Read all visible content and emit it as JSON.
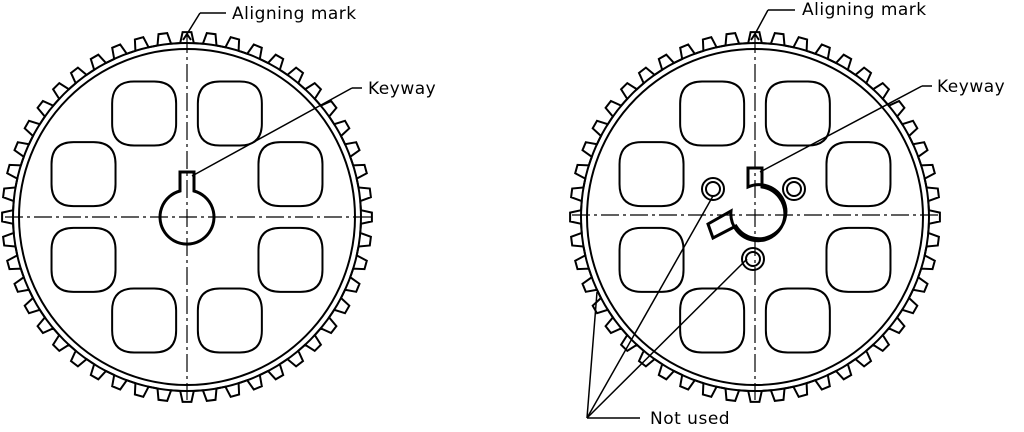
{
  "labels": {
    "left_aligning_mark": "Aligning mark",
    "left_keyway": "Keyway",
    "right_aligning_mark": "Aligning mark",
    "right_keyway": "Keyway",
    "not_used": "Not used"
  },
  "gears": [
    {
      "teeth": 48,
      "lightening_holes": 8,
      "extra_holes": 0
    },
    {
      "teeth": 48,
      "lightening_holes": 8,
      "extra_holes": 3
    }
  ],
  "colors": {
    "line": "#000000",
    "background": "#ffffff"
  }
}
